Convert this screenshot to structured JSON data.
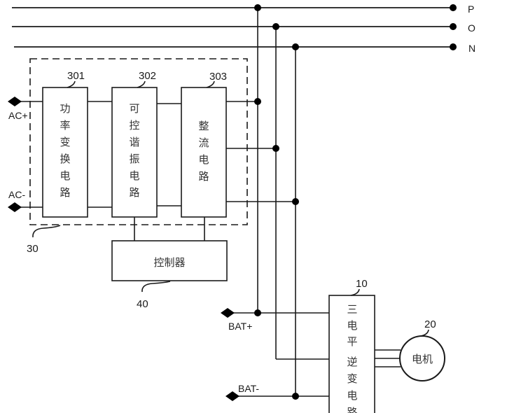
{
  "diagram": {
    "buses": [
      {
        "id": "P",
        "label": "P"
      },
      {
        "id": "O",
        "label": "O"
      },
      {
        "id": "N",
        "label": "N"
      }
    ],
    "module_30": {
      "ref": "30",
      "blocks": [
        {
          "ref": "301",
          "chars": [
            "功",
            "率",
            "变",
            "换",
            "电",
            "路"
          ],
          "name": "功率变换电路"
        },
        {
          "ref": "302",
          "chars": [
            "可",
            "控",
            "谐",
            "振",
            "电",
            "路"
          ],
          "name": "可控谐振电路"
        },
        {
          "ref": "303",
          "chars": [
            "整",
            "流",
            "电",
            "路"
          ],
          "name": "整流电路"
        }
      ]
    },
    "controller": {
      "ref": "40",
      "label": "控制器"
    },
    "inverter": {
      "ref": "10",
      "chars": [
        "三",
        "电",
        "平",
        "逆",
        "变",
        "电",
        "路"
      ],
      "name": "三电平逆变电路"
    },
    "motor": {
      "ref": "20",
      "label": "电机"
    },
    "terminals": {
      "ac_plus": "AC+",
      "ac_minus": "AC-",
      "bat_plus": "BAT+",
      "bat_minus": "BAT-"
    }
  }
}
